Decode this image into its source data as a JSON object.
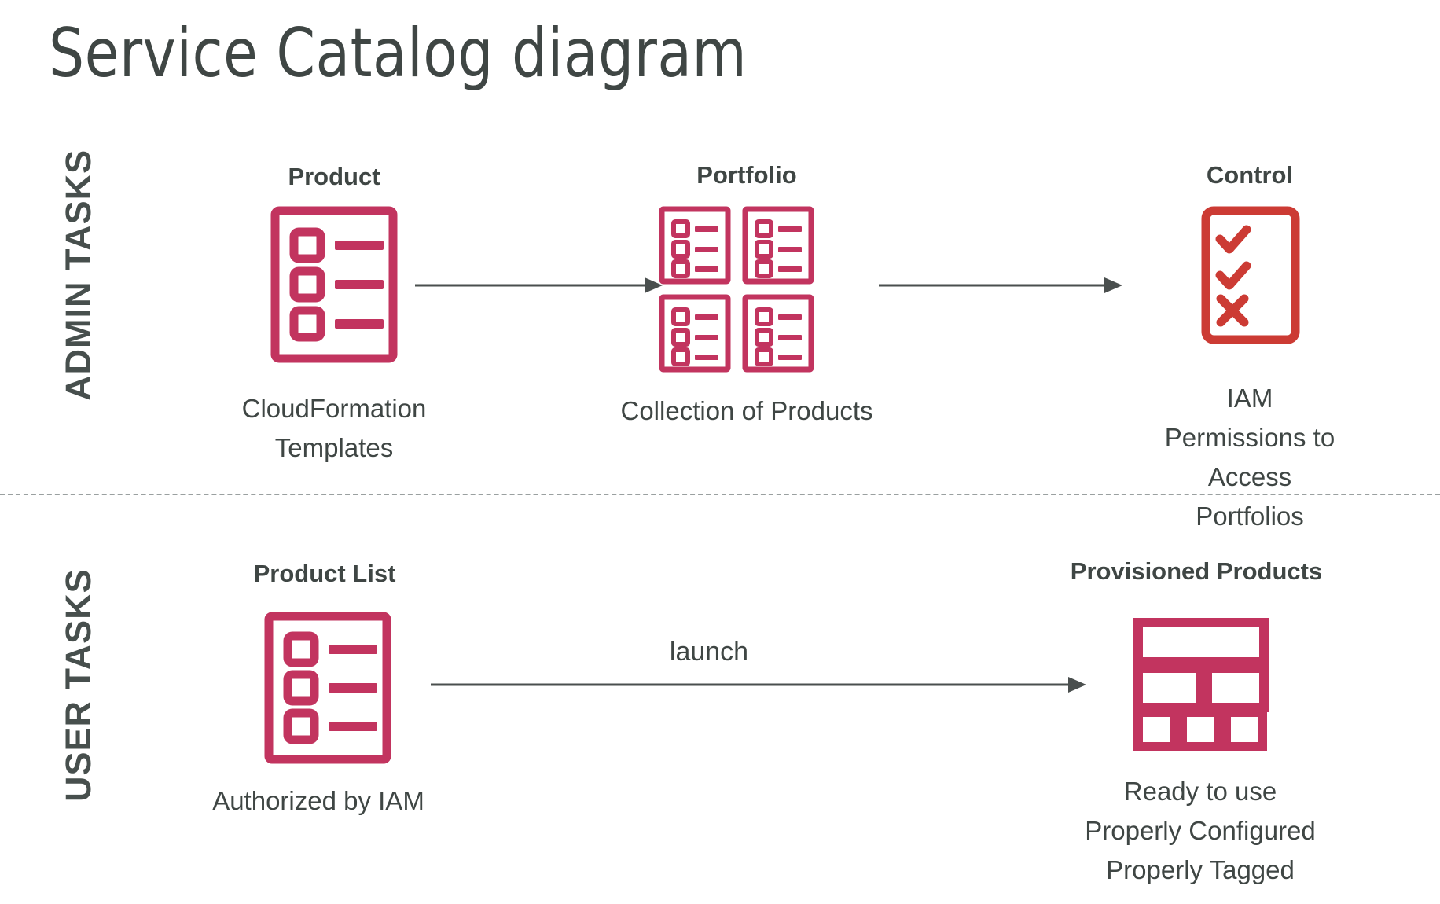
{
  "page": {
    "title": "Service Catalog diagram",
    "background": "#ffffff"
  },
  "colors": {
    "text_dark": "#3f4644",
    "accent_crimson": "#c2345f",
    "accent_red": "#cc3b34",
    "arrow_gray": "#4a4f4e",
    "divider_gray": "#9aa0a0"
  },
  "sections": [
    {
      "id": "admin",
      "label": "ADMIN TASKS"
    },
    {
      "id": "user",
      "label": "USER TASKS"
    }
  ],
  "admin_row": {
    "nodes": [
      {
        "heading": "Product",
        "icon": "product-document-icon",
        "caption": "CloudFormation\nTemplates"
      },
      {
        "heading": "Portfolio",
        "icon": "portfolio-grid-icon",
        "caption": "Collection of Products"
      },
      {
        "heading": "Control",
        "icon": "control-checklist-icon",
        "caption": "IAM Permissions to\nAccess Portfolios"
      }
    ],
    "arrows": [
      {
        "name": "arrow-product-to-portfolio",
        "label": ""
      },
      {
        "name": "arrow-portfolio-to-control",
        "label": ""
      }
    ]
  },
  "user_row": {
    "nodes": [
      {
        "heading": "Product List",
        "icon": "product-list-document-icon",
        "caption": "Authorized by IAM"
      },
      {
        "heading": "Provisioned Products",
        "icon": "provisioned-products-blocks-icon",
        "caption": "Ready to use\nProperly Configured\nProperly Tagged"
      }
    ],
    "arrows": [
      {
        "name": "arrow-launch",
        "label": "launch"
      }
    ]
  }
}
